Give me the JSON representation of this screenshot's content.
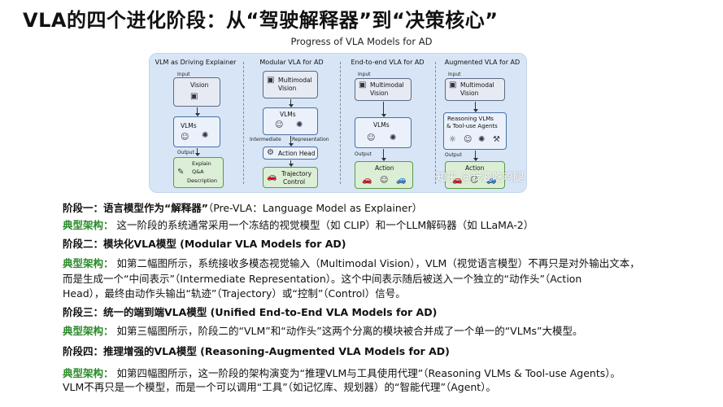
{
  "page_title": "VLA的四个进化阶段：从“驾驶解释器”到“决策核心”",
  "figure": {
    "title": "Progress of VLA Models for AD",
    "panels": [
      {
        "title": "VLM as Driving Explainer",
        "input_label": "Input",
        "vision": "Vision",
        "vlms": "VLMs",
        "output_label": "Output",
        "explain": [
          "Explain",
          "Q&A",
          "Description"
        ]
      },
      {
        "title": "Modular VLA for AD",
        "multimodal": [
          "Multimodal",
          "Vision"
        ],
        "vlms": "VLMs",
        "intermediate": "Intermediate",
        "representation": "Representation",
        "action_head": "Action Head",
        "trajectory": [
          "Trajectory",
          "Control"
        ]
      },
      {
        "title": "End-to-end VLA for AD",
        "input_label": "Input",
        "multimodal": [
          "Multimodal",
          "Vision"
        ],
        "vlms": "VLMs",
        "output_label": "Output",
        "action": "Action"
      },
      {
        "title": "Augmented VLA for AD",
        "input_label": "Input",
        "multimodal": [
          "Multimodal",
          "Vision"
        ],
        "reasoning": [
          "Reasoning VLMs",
          "& Tool-use Agents"
        ],
        "output_label": "Output",
        "action": "Action"
      }
    ],
    "watermark": "知乎 @我要吃鸡腿"
  },
  "stages": [
    {
      "heading": "阶段一：语言模型作为“解释器”",
      "heading_sub": "（Pre-VLA：Language Model as Explainer）",
      "arch_label": "典型架构：",
      "lines": [
        "这一阶段的系统通常采用一个冻结的视觉模型（如 CLIP）和一个LLM解码器（如 LLaMA-2）"
      ]
    },
    {
      "heading": "阶段二：模块化VLA模型 (Modular VLA Models for AD)",
      "arch_label": "典型架构：",
      "lines": [
        "如第二幅图所示，系统接收多模态视觉输入（Multimodal Vision），VLM（视觉语言模型）不再只是对外输出文本，",
        "而是生成一个“中间表示”（Intermediate Representation）。这个中间表示随后被送入一个独立的“动作头”（Action",
        "Head），最终由动作头输出“轨迹”（Trajectory）或“控制”（Control）信号。"
      ]
    },
    {
      "heading": "阶段三：统一的端到端VLA模型 (Unified End-to-End VLA Models for AD)",
      "arch_label": "典型架构：",
      "lines": [
        "如第三幅图所示，阶段二的“VLM”和“动作头”这两个分离的模块被合并成了一个单一的“VLMs”大模型。"
      ]
    },
    {
      "heading": "阶段四：推理增强的VLA模型 (Reasoning-Augmented VLA Models for AD)",
      "arch_label": "典型架构：",
      "lines": [
        "如第四幅图所示，这一阶段的架构演变为“推理VLM与工具使用代理”（Reasoning VLMs & Tool-use Agents）。",
        "VLM不再只是一个模型，而是一个可以调用“工具”（如记忆库、规划器）的“智能代理”（Agent）。"
      ]
    }
  ]
}
